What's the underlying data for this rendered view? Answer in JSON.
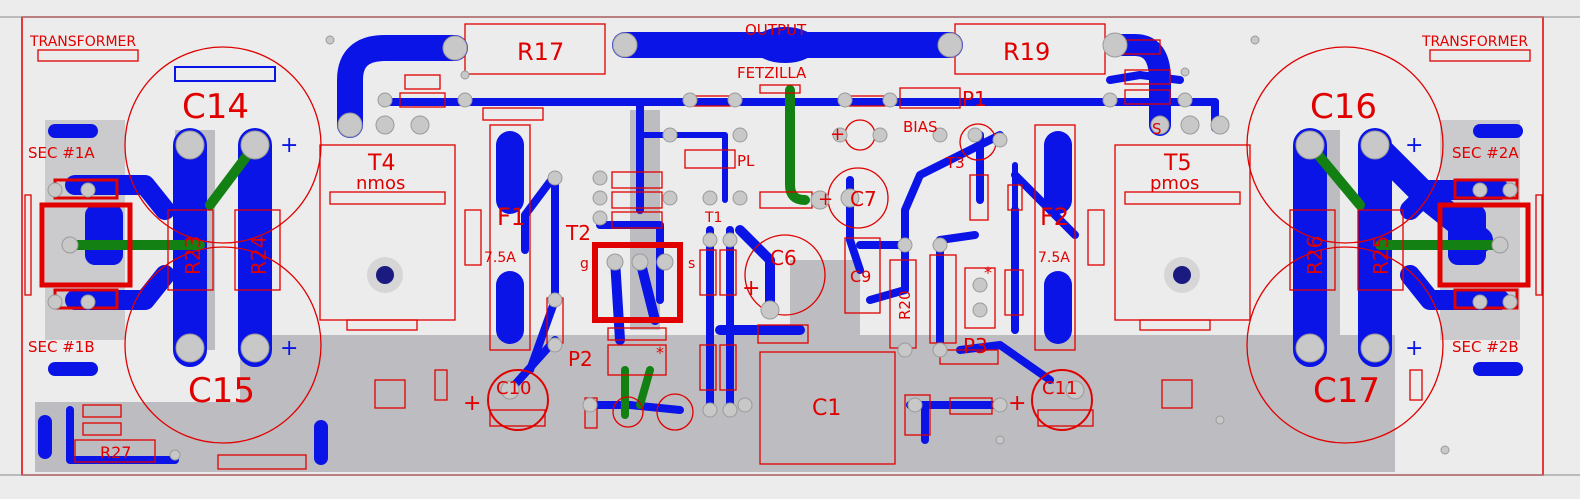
{
  "colors": {
    "background": "#ececec",
    "silkscreen": "#e00000",
    "top_copper": "#0a14e6",
    "ground_plane": "#bdbcc0",
    "jumper": "#128012",
    "pad": "#c8c8c8",
    "hole": "#1a1a80"
  },
  "labels": {
    "transformer_left": "TRANSFORMER",
    "transformer_right": "TRANSFORMER",
    "output": "OUTPUT",
    "fet_zilla": "FETZILLA",
    "r17": "R17",
    "r19": "R19",
    "c14": "C14",
    "c15": "C15",
    "c16": "C16",
    "c17": "C17",
    "sec_1a": "SEC #1A",
    "sec_1b": "SEC #1B",
    "sec_2a": "SEC #2A",
    "sec_2b": "SEC #2B",
    "t4": "T4",
    "nmos": "nmos",
    "t5": "T5",
    "pmos": "pmos",
    "f1": "F1",
    "f1_rating": "7.5A",
    "f2": "F2",
    "f2_rating": "7.5A",
    "r23": "R23",
    "r24": "R24",
    "r25": "R25",
    "r26": "R26",
    "r27": "R27",
    "r20": "R20",
    "t2": "T2",
    "t3": "T3",
    "t1": "T1",
    "p1": "P1",
    "p2": "P2",
    "p3": "P3",
    "bias": "BIAS",
    "pl": "PL",
    "c6": "C6",
    "c7": "C7",
    "c9": "C9",
    "c10": "C10",
    "c11": "C11",
    "c1": "C1",
    "pin_g": "g",
    "pin_s": "s",
    "plus": "+",
    "s_mark": "S",
    "star": "*"
  }
}
